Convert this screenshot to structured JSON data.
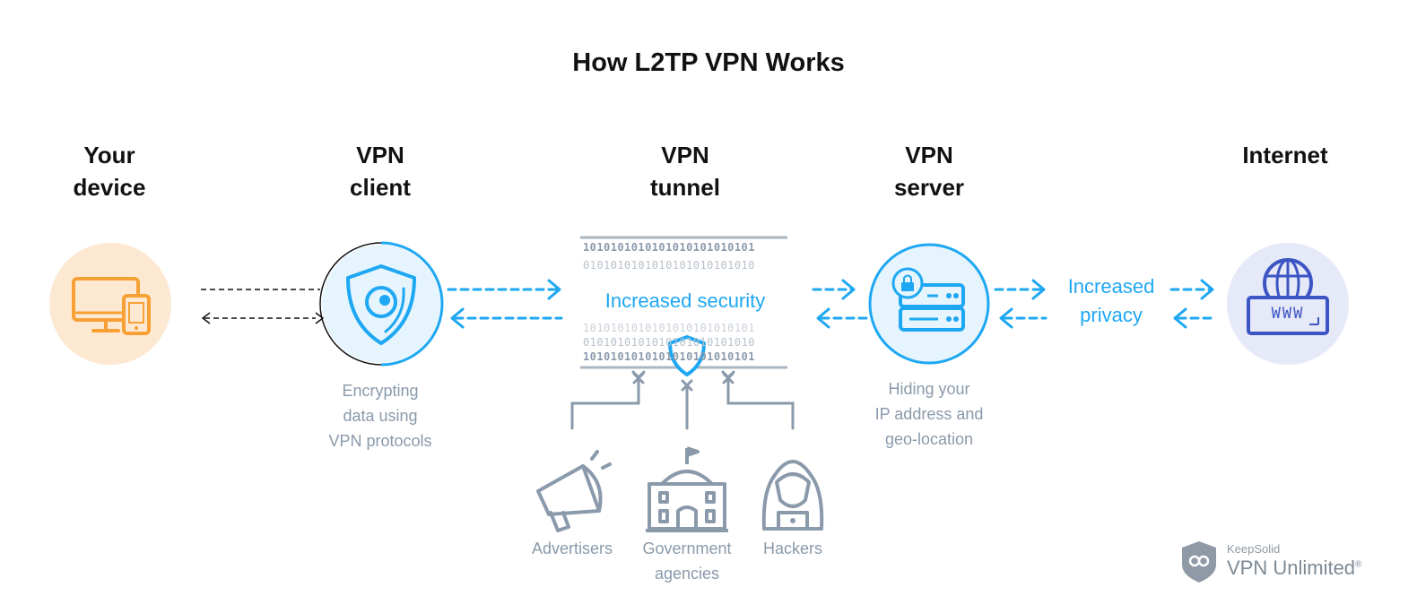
{
  "title": "How L2TP VPN Works",
  "columns": {
    "device": {
      "line1": "Your",
      "line2": "device"
    },
    "client": {
      "line1": "VPN",
      "line2": "client"
    },
    "tunnel": {
      "line1": "VPN",
      "line2": "tunnel"
    },
    "server": {
      "line1": "VPN",
      "line2": "server"
    },
    "internet": {
      "line1": "Internet"
    }
  },
  "captions": {
    "client": [
      "Encrypting",
      "data using",
      "VPN protocols"
    ],
    "server": [
      "Hiding your",
      "IP address and",
      "geo-location"
    ]
  },
  "tunnel_label": "Increased security",
  "privacy_label": [
    "Increased",
    "privacy"
  ],
  "binary_rows": [
    "1010101010101010101010101",
    "0101010101010101010101010",
    "1010101010101010101010101",
    "0101010101010101010101010",
    "1010101010101010101010101"
  ],
  "threats": {
    "advertisers": [
      "Advertisers"
    ],
    "government": [
      "Government",
      "agencies"
    ],
    "hackers": [
      "Hackers"
    ]
  },
  "www_text": "WWW",
  "brand": {
    "small": "KeepSolid",
    "big": "VPN Unlimited",
    "mark": "®"
  },
  "colors": {
    "accent": "#1ea7f2",
    "device": "#f7a035",
    "internet": "#3c55c4",
    "gray": "#8a9aab"
  },
  "icons": [
    "devices-icon",
    "shield-eye-icon",
    "server-lock-icon",
    "globe-www-icon",
    "megaphone-icon",
    "government-building-icon",
    "hacker-icon",
    "keepsolid-logo-icon"
  ]
}
